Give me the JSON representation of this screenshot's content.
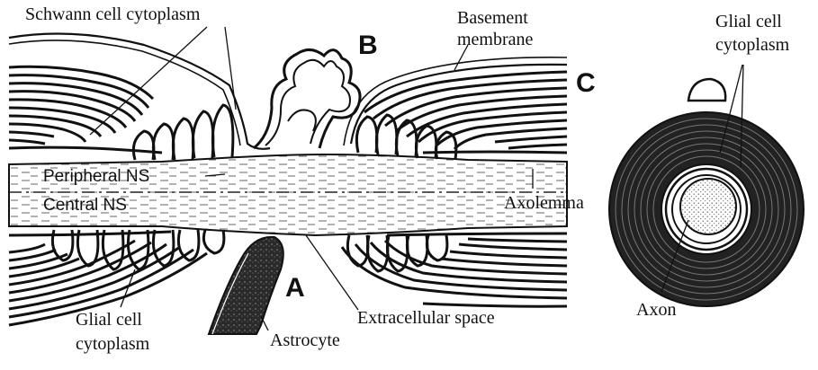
{
  "panels": {
    "a": "A",
    "b": "B",
    "c": "C"
  },
  "labels": {
    "schwann_cell_cytoplasm": "Schwann cell cytoplasm",
    "basement_membrane_1": "Basement",
    "basement_membrane_2": "membrane",
    "peripheral_ns": "Peripheral NS",
    "central_ns": "Central NS",
    "axolemma": "Axolemma",
    "glial_left_1": "Glial cell",
    "glial_left_2": "cytoplasm",
    "astrocyte": "Astrocyte",
    "extracellular_space": "Extracellular space",
    "glial_right_1": "Glial cell",
    "glial_right_2": "cytoplasm",
    "axon": "Axon"
  }
}
